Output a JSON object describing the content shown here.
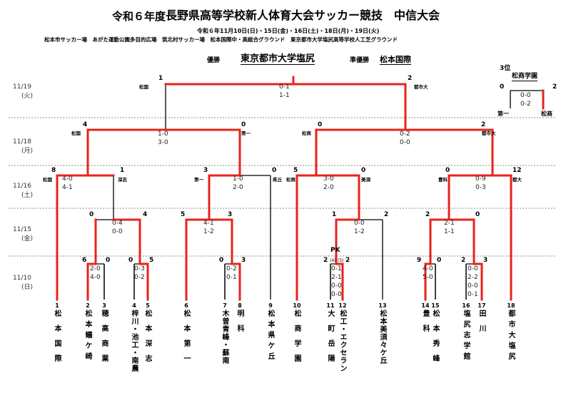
{
  "header": {
    "title_prefix": "令和６年度",
    "title_main": "長野県高等学校新人体育大会サッカー競技　中信大会",
    "dates": "令和６年11月10日(日)・15日(金)・16日(土)・18日(月)・19日(火)",
    "venues": "松本市サッカー場　あがた運動公園多目的広場　筑北村サッカー場　松本国際中・高総合グラウンド　東京都市大学塩尻高等学校人工芝グラウンド"
  },
  "results": {
    "champion_label": "優勝",
    "champion": "東京都市大学塩尻",
    "runner_label": "準優勝",
    "runner": "松本国際",
    "third_label": "3位",
    "third": "松商学園"
  },
  "dates": [
    "11/19",
    "(火)",
    "11/18",
    "(月)",
    "11/16",
    "(土)",
    "11/15",
    "(金)",
    "11/10",
    "(日)"
  ],
  "teams": [
    {
      "num": "1",
      "name": "松本国際"
    },
    {
      "num": "2",
      "name": "松本蟻ケ崎"
    },
    {
      "num": "3",
      "name": "穂高商業"
    },
    {
      "num": "4",
      "name": "梓川・池工・南農"
    },
    {
      "num": "5",
      "name": "松本深志"
    },
    {
      "num": "6",
      "name": "松本第一"
    },
    {
      "num": "7",
      "name": "木曽青峰・蘇南"
    },
    {
      "num": "8",
      "name": "明科"
    },
    {
      "num": "9",
      "name": "松本県ケ丘"
    },
    {
      "num": "10",
      "name": "松商学園"
    },
    {
      "num": "11",
      "name": "大町岳陽"
    },
    {
      "num": "12",
      "name": "松工・エクセラン"
    },
    {
      "num": "13",
      "name": "松本美須々ケ丘"
    },
    {
      "num": "14",
      "name": "豊科"
    },
    {
      "num": "15",
      "name": "松本秀峰"
    },
    {
      "num": "16",
      "name": "塩尻志学館"
    },
    {
      "num": "17",
      "name": "田川"
    },
    {
      "num": "18",
      "name": "都市大塩尻"
    }
  ],
  "final": {
    "left": "1",
    "right": "2",
    "left_label": "松国",
    "right_label": "都市大",
    "scores": [
      "0-1",
      "1-1"
    ]
  },
  "third_match": {
    "left": "0",
    "right": "2",
    "left_label": "第一",
    "right_label": "松商",
    "scores": [
      "0-0",
      "0-2"
    ]
  },
  "sf": [
    {
      "left": "4",
      "right": "0",
      "left_label": "松国",
      "right_label": "第一",
      "scores": [
        "1-0",
        "3-0"
      ]
    },
    {
      "left": "0",
      "right": "2",
      "left_label": "松商",
      "right_label": "都市大",
      "scores": [
        "0-2",
        "0-0"
      ]
    }
  ],
  "r16": [
    {
      "left": "8",
      "right": "1",
      "left_label": "松国",
      "right_label": "深志",
      "scores": [
        "4-0",
        "4-1"
      ]
    },
    {
      "left": "3",
      "right": "0",
      "left_label": "第一",
      "right_label": "県丘",
      "scores": [
        "1-0",
        "2-0"
      ]
    },
    {
      "left": "5",
      "right": "0",
      "left_label": "松商",
      "right_label": "美須",
      "scores": [
        "3-0",
        "2-0"
      ]
    },
    {
      "left": "0",
      "right": "12",
      "left_label": "豊科",
      "right_label": "都大",
      "scores": [
        "0-9",
        "0-3"
      ]
    }
  ],
  "r15": [
    {
      "left": "0",
      "right": "4",
      "scores": [
        "0-4",
        "0-0"
      ]
    },
    {
      "left": "5",
      "right": "3",
      "scores": [
        "4-1",
        "1-2"
      ]
    },
    {
      "left": "1",
      "right": "2",
      "scores": [
        "0-0",
        "1-2"
      ]
    },
    {
      "left": "2",
      "right": "0",
      "scores": [
        "2-1",
        "1-1"
      ]
    }
  ],
  "r10": [
    {
      "left": "6",
      "right": "0",
      "scores": [
        "2-0",
        "4-0"
      ]
    },
    {
      "left": "0",
      "right": "5",
      "scores": [
        "0-3",
        "0-2"
      ]
    },
    {
      "left": "0",
      "right": "3",
      "scores": [
        "0-2",
        "0-1"
      ]
    },
    {
      "left": "2",
      "right": "2",
      "pk": "PK",
      "pk_left": "(4)",
      "pk_right": "(5)",
      "scores": [
        "0-1",
        "2-1",
        "0-0",
        "0-0"
      ]
    },
    {
      "left": "9",
      "right": "0",
      "scores": [
        "4-0",
        "5-0"
      ]
    },
    {
      "left": "2",
      "right": "3",
      "scores": [
        "0-0",
        "2-2",
        "0-0",
        "0-1"
      ]
    }
  ]
}
